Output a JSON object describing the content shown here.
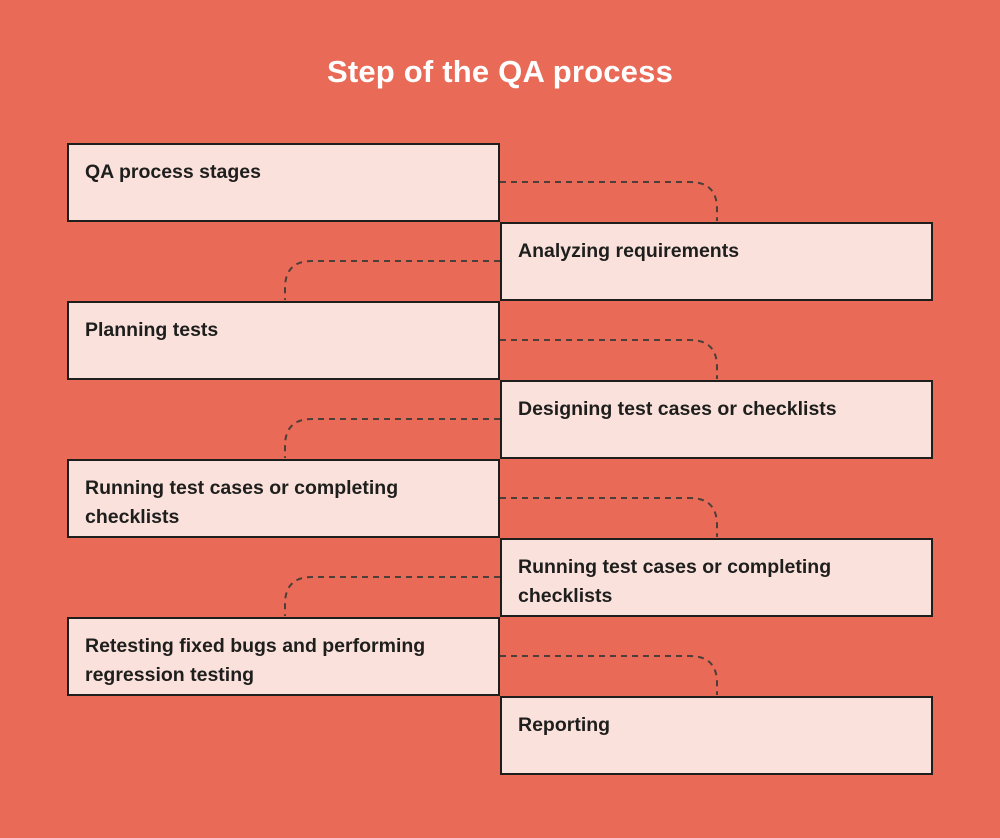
{
  "title": "Step of the QA process",
  "colors": {
    "background": "#e96a57",
    "box_fill": "#fae1dc",
    "box_border": "#1e1e1c",
    "box_text": "#1e1e1c",
    "title_text": "#ffffff",
    "connector_dash": "#4c3f3a"
  },
  "boxes": [
    {
      "label": "QA process stages",
      "side": "left"
    },
    {
      "label": "Analyzing requirements",
      "side": "right"
    },
    {
      "label": "Planning tests",
      "side": "left"
    },
    {
      "label": "Designing test cases or checklists",
      "side": "right"
    },
    {
      "label": "Running test cases or completing checklists",
      "side": "left"
    },
    {
      "label": "Running test cases or completing checklists",
      "side": "right"
    },
    {
      "label": "Retesting fixed bugs and performing regression testing",
      "side": "left"
    },
    {
      "label": "Reporting",
      "side": "right"
    }
  ]
}
